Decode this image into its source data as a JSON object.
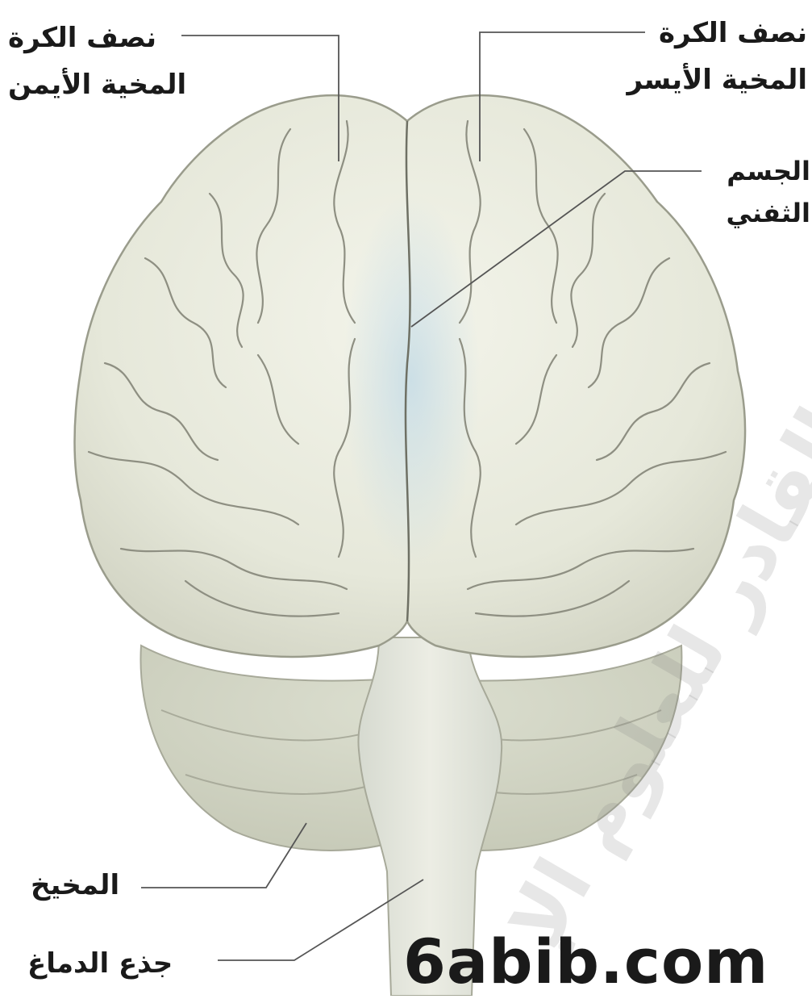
{
  "labels": {
    "right_hemisphere": [
      "نصف الكرة",
      "المخية الأيمن"
    ],
    "left_hemisphere": [
      "نصف الكرة",
      "المخية الأيسر"
    ],
    "corpus_callosum": [
      "الجسم",
      "الثفني"
    ],
    "cerebellum": "المخيخ",
    "brainstem": "جذع الدماغ"
  },
  "watermark": {
    "site": "6abib.com",
    "arabic": "عبد القادر للعلوم الإ"
  },
  "colors": {
    "brain_fill": "#ecede1",
    "brain_shadow": "#d6d8c8",
    "fold_line": "#8e8f82",
    "callosum_tint": "#cfe0e6",
    "leader_line": "#555555",
    "text": "#1a1a1a"
  }
}
